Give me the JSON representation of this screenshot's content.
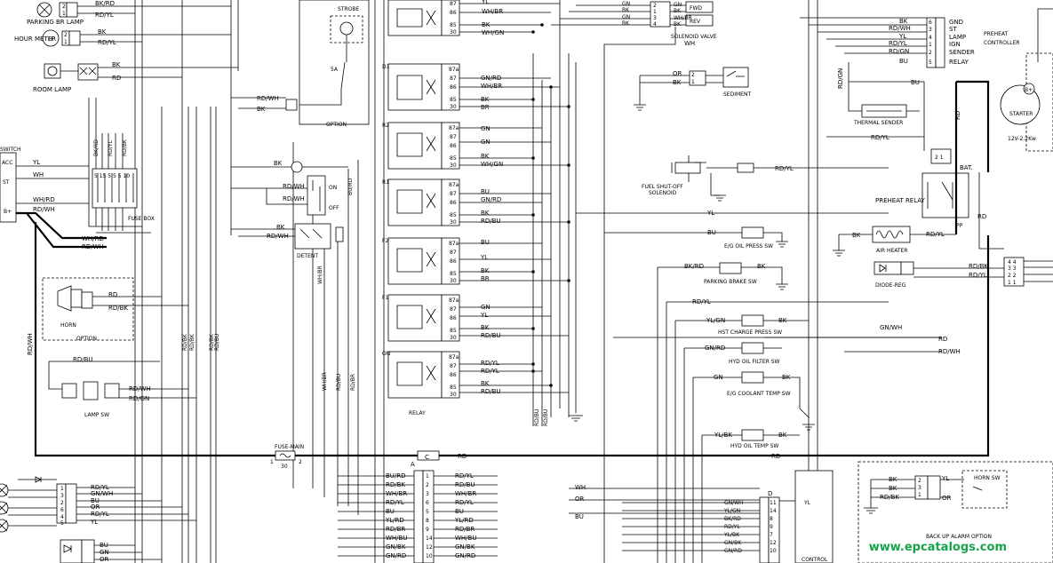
{
  "components": {
    "parking_br_lamp": "PARKING BR LAMP",
    "hour_meter": "HOUR METER",
    "room_lamp": "ROOM LAMP",
    "switch": "SWITCH",
    "fuse_box": "FUSE BOX",
    "horn": "HORN",
    "option": "OPTION",
    "lamp_sw": "LAMP SW",
    "strobe": "STROBE",
    "detent": "DETENT",
    "relay": "RELAY",
    "solenoid_valve": "SOLENOID VALVE",
    "sediment": "SEDIMENT",
    "fuel_shutoff_solenoid_1": "FUEL SHUT-OFF",
    "fuel_shutoff_solenoid_2": "SOLENOID",
    "eg_oil_press_sw": "E/G OIL PRESS SW",
    "parking_brake_sw": "PARKING BRAKE SW",
    "hst_charge_press_sw": "HST CHARGE PRESS SW",
    "hyd_oil_filter_sw": "HYD OIL FILTER SW",
    "eg_coolant_temp_sw": "E/G COOLANT TEMP SW",
    "hyd_oil_temp_sw": "HYD OIL TEMP SW",
    "preheat_controller_1": "PREHEAT",
    "preheat_controller_2": "CONTROLLER",
    "thermal_sender": "THERMAL SENDER",
    "preheat_relay": "PREHEAT RELAY",
    "air_heater": "AIR HEATER",
    "diode_reg": "DIODE-REG",
    "starter": "STARTER",
    "starter_rating": "12V-2.2Kw",
    "fuse_main": "FUSE-MAIN",
    "fuse_main_rating": "30",
    "horn_sw": "HORN SW",
    "back_up_alarm_option": "BACK UP ALARM OPTION",
    "control": "CONTROL",
    "bat": "BAT.",
    "fwd": "FWD",
    "rev": "REV"
  },
  "connectors": {
    "A": "A",
    "C": "C",
    "D": "D"
  },
  "switch_positions": [
    "ACC",
    "ST",
    "B+"
  ],
  "on_off": {
    "on": "ON",
    "off": "OFF"
  },
  "relay_labels": [
    "D1",
    "R2",
    "R1",
    "F2",
    "F1",
    "ON"
  ],
  "relay_pins": [
    "87a",
    "87",
    "86",
    "85",
    "30"
  ],
  "preheat_controller_pins": [
    {
      "num": "6",
      "wire": "BK",
      "label": "GND"
    },
    {
      "num": "3",
      "wire": "RD/WH",
      "label": "ST"
    },
    {
      "num": "4",
      "wire": "YL",
      "label": "LAMP"
    },
    {
      "num": "1",
      "wire": "RD/YL",
      "label": "IGN"
    },
    {
      "num": "2",
      "wire": "RD/GN",
      "label": "SENDER"
    },
    {
      "num": "5",
      "wire": "BU",
      "label": "RELAY"
    }
  ],
  "connector_A_rows": [
    {
      "left": "BU/RD",
      "pin": "1",
      "right": "RD/YL"
    },
    {
      "left": "RD/BK",
      "pin": "2",
      "right": "RD/BU"
    },
    {
      "left": "WH/BR",
      "pin": "3",
      "right": "WH/BR"
    },
    {
      "left": "RD/YL",
      "pin": "6",
      "right": "RD/YL"
    },
    {
      "left": "BU",
      "pin": "5",
      "right": "BU"
    },
    {
      "left": "YL/RD",
      "pin": "8",
      "right": "YL/RD"
    },
    {
      "left": "RD/BR",
      "pin": "9",
      "right": "RD/BR"
    },
    {
      "left": "WH/BU",
      "pin": "14",
      "right": "WH/BU"
    },
    {
      "left": "GN/BK",
      "pin": "12",
      "right": "GN/BK"
    },
    {
      "left": "GN/RD",
      "pin": "10",
      "right": "GN/RD"
    }
  ],
  "connector_D_rows": [
    {
      "pin": "11",
      "left": "GN/WH",
      "right": "YL"
    },
    {
      "pin": "14",
      "left": "YL/GN",
      "right": ""
    },
    {
      "pin": "8",
      "left": "BK/RD",
      "right": ""
    },
    {
      "pin": "9",
      "left": "RD/YL",
      "right": ""
    },
    {
      "pin": "7",
      "left": "YL/BK",
      "right": ""
    },
    {
      "pin": "12",
      "left": "GN/BK",
      "right": ""
    },
    {
      "pin": "10",
      "left": "GN/RD",
      "right": ""
    }
  ],
  "watermark": "www.epcatalogs.com"
}
